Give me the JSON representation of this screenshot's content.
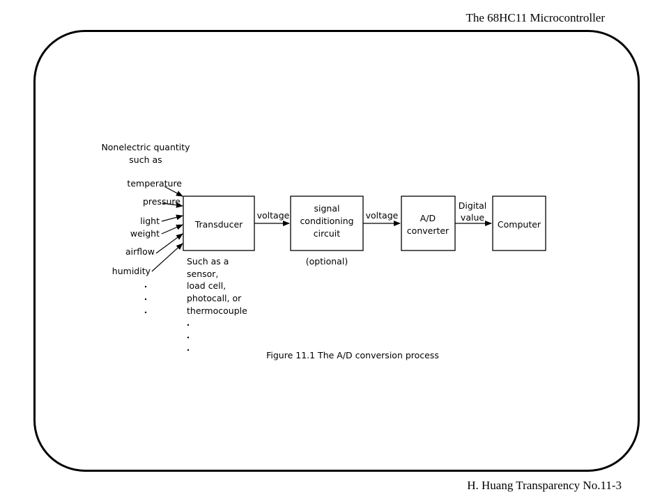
{
  "header": {
    "title": "The 68HC11 Microcontroller"
  },
  "footer": {
    "text": "H. Huang Transparency No.11-3"
  },
  "diagram": {
    "inputs_heading": [
      "Nonelectric quantity",
      "such as"
    ],
    "inputs": [
      "temperature",
      "pressure",
      "light",
      "weight",
      "airflow",
      "humidity"
    ],
    "blocks": {
      "transducer": [
        "Transducer"
      ],
      "signal_conditioning": [
        "signal",
        "conditioning",
        "circuit"
      ],
      "adc": [
        "A/D",
        "converter"
      ],
      "computer": [
        "Computer"
      ]
    },
    "connections": {
      "transducer_to_signal": "voltage",
      "signal_to_adc": "voltage",
      "adc_to_computer": [
        "Digital",
        "value"
      ]
    },
    "notes": {
      "transducer_examples": [
        "Such as a",
        "sensor,",
        "load cell,",
        "photocall, or",
        "thermocouple"
      ],
      "optional": "(optional)"
    },
    "caption": "Figure 11.1 The A/D conversion process"
  }
}
